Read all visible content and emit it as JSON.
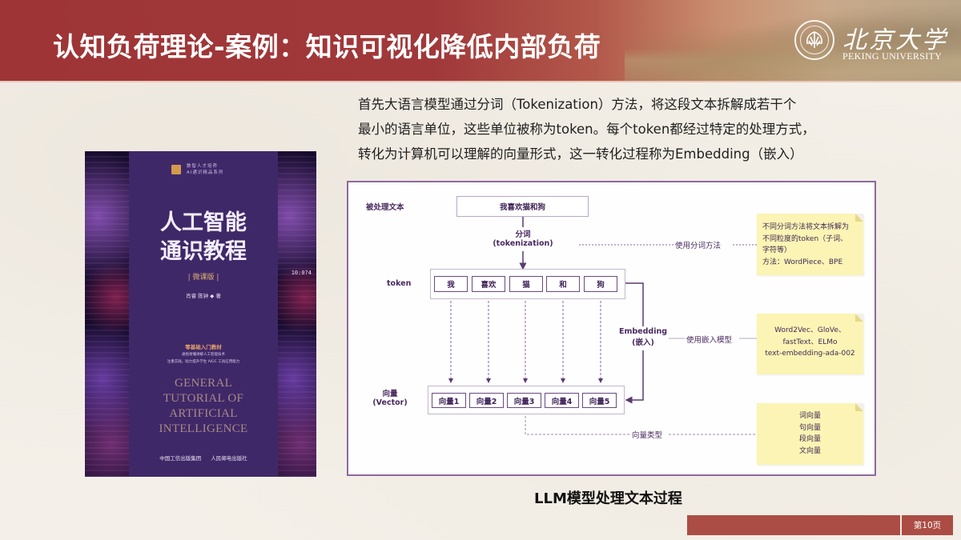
{
  "header": {
    "title": "认知负荷理论-案例：知识可视化降低内部负荷",
    "logo_cn": "北京大学",
    "logo_en": "PEKING UNIVERSITY"
  },
  "intro": {
    "lines": [
      "首先大语言模型通过分词（Tokenization）方法，将这段文本拆解成若干个",
      "最小的语言单位，这些单位被称为token。每个token都经过特定的处理方式，",
      "转化为计算机可以理解的向量形式，这一转化过程称为Embedding（嵌入）"
    ]
  },
  "book": {
    "series_line1": "数智人才培养",
    "series_line2": "AI通识精品系列",
    "title_line1": "人工智能",
    "title_line2": "通识教程",
    "edition": "| 微课版 |",
    "authors": "肖睿 陈钟 ◆ 著",
    "tag": "零基础入门教材",
    "sub_line1": "通俗易懂讲解人工智能技术",
    "sub_line2": "注重实践，助力提升学生 AIGC 工具应用能力",
    "en_line1": "GENERAL",
    "en_line2": "TUTORIAL OF",
    "en_line3": "ARTIFICIAL",
    "en_line4": "INTELLIGENCE",
    "publisher1": "中国工信出版集团",
    "publisher2": "人民邮电出版社",
    "digits": "10:0?4"
  },
  "diagram": {
    "input_label": "被处理文本",
    "input_text": "我喜欢猫和狗",
    "tokenize_label_cn": "分词",
    "tokenize_label_en": "(tokenization)",
    "tokenize_method_label": "使用分词方法",
    "token_row_label": "token",
    "tokens": [
      "我",
      "喜欢",
      "猫",
      "和",
      "狗"
    ],
    "embedding_label_en": "Embedding",
    "embedding_label_cn": "(嵌入)",
    "embedding_model_label": "使用嵌入模型",
    "vector_row_label_cn": "向量",
    "vector_row_label_en": "(Vector)",
    "vectors": [
      "向量1",
      "向量2",
      "向量3",
      "向量4",
      "向量5"
    ],
    "vector_type_label": "向量类型",
    "note_tokenization": {
      "line1": "不同分词方法将文本拆解为",
      "line2": "不同粒度的token（子词、",
      "line3": "字符等）",
      "line4": "方法：WordPiece、BPE"
    },
    "note_embedding": {
      "line1": "Word2Vec、GloVe、",
      "line2": "fastText、ELMo",
      "line3": "text-embedding-ada-002"
    },
    "note_vector_types": {
      "line1": "词向量",
      "line2": "句向量",
      "line3": "段向量",
      "line4": "文向量"
    }
  },
  "caption": "LLM模型处理文本过程",
  "footer": {
    "page": "第10页"
  },
  "colors": {
    "header_red": "#9e3436",
    "footer_red": "#ab4d44",
    "diagram_purple": "#4a2960",
    "note_yellow": "#fcf4b4",
    "book_purple": "#3f2868"
  }
}
